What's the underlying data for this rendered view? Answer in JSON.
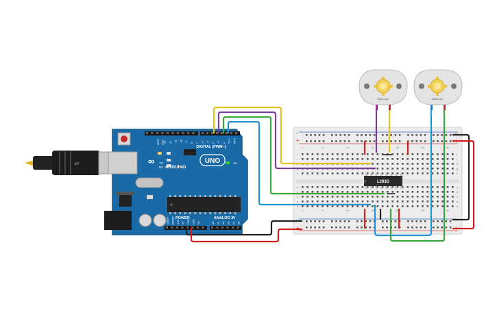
{
  "arduino": {
    "brand": "ARDUINO",
    "model": "UNO",
    "on_label": "ON",
    "digital_label": "DIGITAL (PWM~)",
    "power_label": "POWER",
    "analog_label": "ANALOG IN",
    "tx_label": "TX",
    "rx_label": "RX",
    "l_label": "L",
    "aref_label": "AREF",
    "gnd_label": "GND",
    "digital_pins": [
      "13",
      "12",
      "~11",
      "~10",
      "~9",
      "8",
      "7",
      "~6",
      "~5",
      "4",
      "~3",
      "2",
      "TX 1",
      "RX 0"
    ],
    "power_pins": [
      "IOREF",
      "RESET",
      "3.3V",
      "5V",
      "GND",
      "GND",
      "Vin"
    ],
    "analog_pins": [
      "A0",
      "A1",
      "A2",
      "A3",
      "A4",
      "A5"
    ]
  },
  "ic": {
    "label": "L293D"
  },
  "motors": [
    {
      "label": "5021 rpm"
    },
    {
      "label": "3330 rpm"
    }
  ],
  "breadboard": {
    "col_numbers": [
      "1",
      "5",
      "10",
      "15",
      "20",
      "25",
      "30"
    ],
    "row_letters_top": [
      "j",
      "i",
      "h",
      "g",
      "f"
    ],
    "row_letters_bottom": [
      "e",
      "d",
      "c",
      "b",
      "a"
    ],
    "rail_plus": "+",
    "rail_minus": "-"
  },
  "colors": {
    "board_blue": "#1a6aa8",
    "wire_yellow": "#e7c21e",
    "wire_purple": "#7a3d98",
    "wire_green": "#3aa83a",
    "wire_blue": "#2592d4",
    "wire_red": "#d41f1f",
    "wire_black": "#222222"
  }
}
